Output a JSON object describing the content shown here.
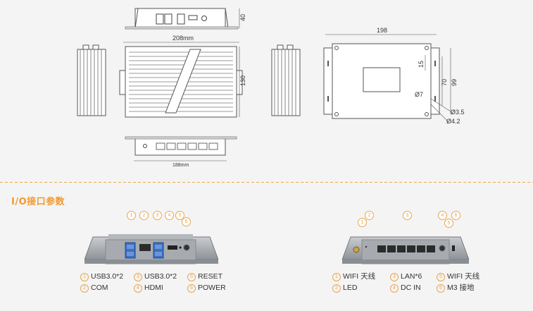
{
  "drawings": {
    "top_view": {
      "dim_height": "40"
    },
    "front_view": {
      "dim_width": "208mm",
      "dim_height": "130"
    },
    "back_io_view": {
      "dim_width": "188mm"
    },
    "mount_view": {
      "dim_width": "198",
      "dim_15": "15",
      "dim_70": "70",
      "dim_99": "99",
      "hole_7": "Ø7",
      "hole_3_5": "Ø3.5",
      "hole_4_2": "Ø4.2"
    }
  },
  "io_section": {
    "title": "I/O接口参数",
    "left_callouts": [
      "1",
      "2",
      "3",
      "4",
      "5",
      "6"
    ],
    "right_callouts": [
      "1",
      "2",
      "3",
      "4",
      "5",
      "6"
    ],
    "left_legend": [
      {
        "num": "1",
        "label": "USB3.0*2"
      },
      {
        "num": "2",
        "label": "COM"
      },
      {
        "num": "3",
        "label": "USB3.0*2"
      },
      {
        "num": "4",
        "label": "HDMI"
      },
      {
        "num": "5",
        "label": "RESET"
      },
      {
        "num": "6",
        "label": "POWER"
      }
    ],
    "right_legend": [
      {
        "num": "1",
        "label": "WIFI 天线"
      },
      {
        "num": "2",
        "label": "LED"
      },
      {
        "num": "3",
        "label": "LAN*6"
      },
      {
        "num": "4",
        "label": "DC IN"
      },
      {
        "num": "5",
        "label": "WIFI 天线"
      },
      {
        "num": "6",
        "label": "M3 接地"
      }
    ]
  },
  "colors": {
    "accent": "#f29a2e",
    "chassis": "#9aa0a6",
    "port_blue": "#3a6fc4"
  }
}
